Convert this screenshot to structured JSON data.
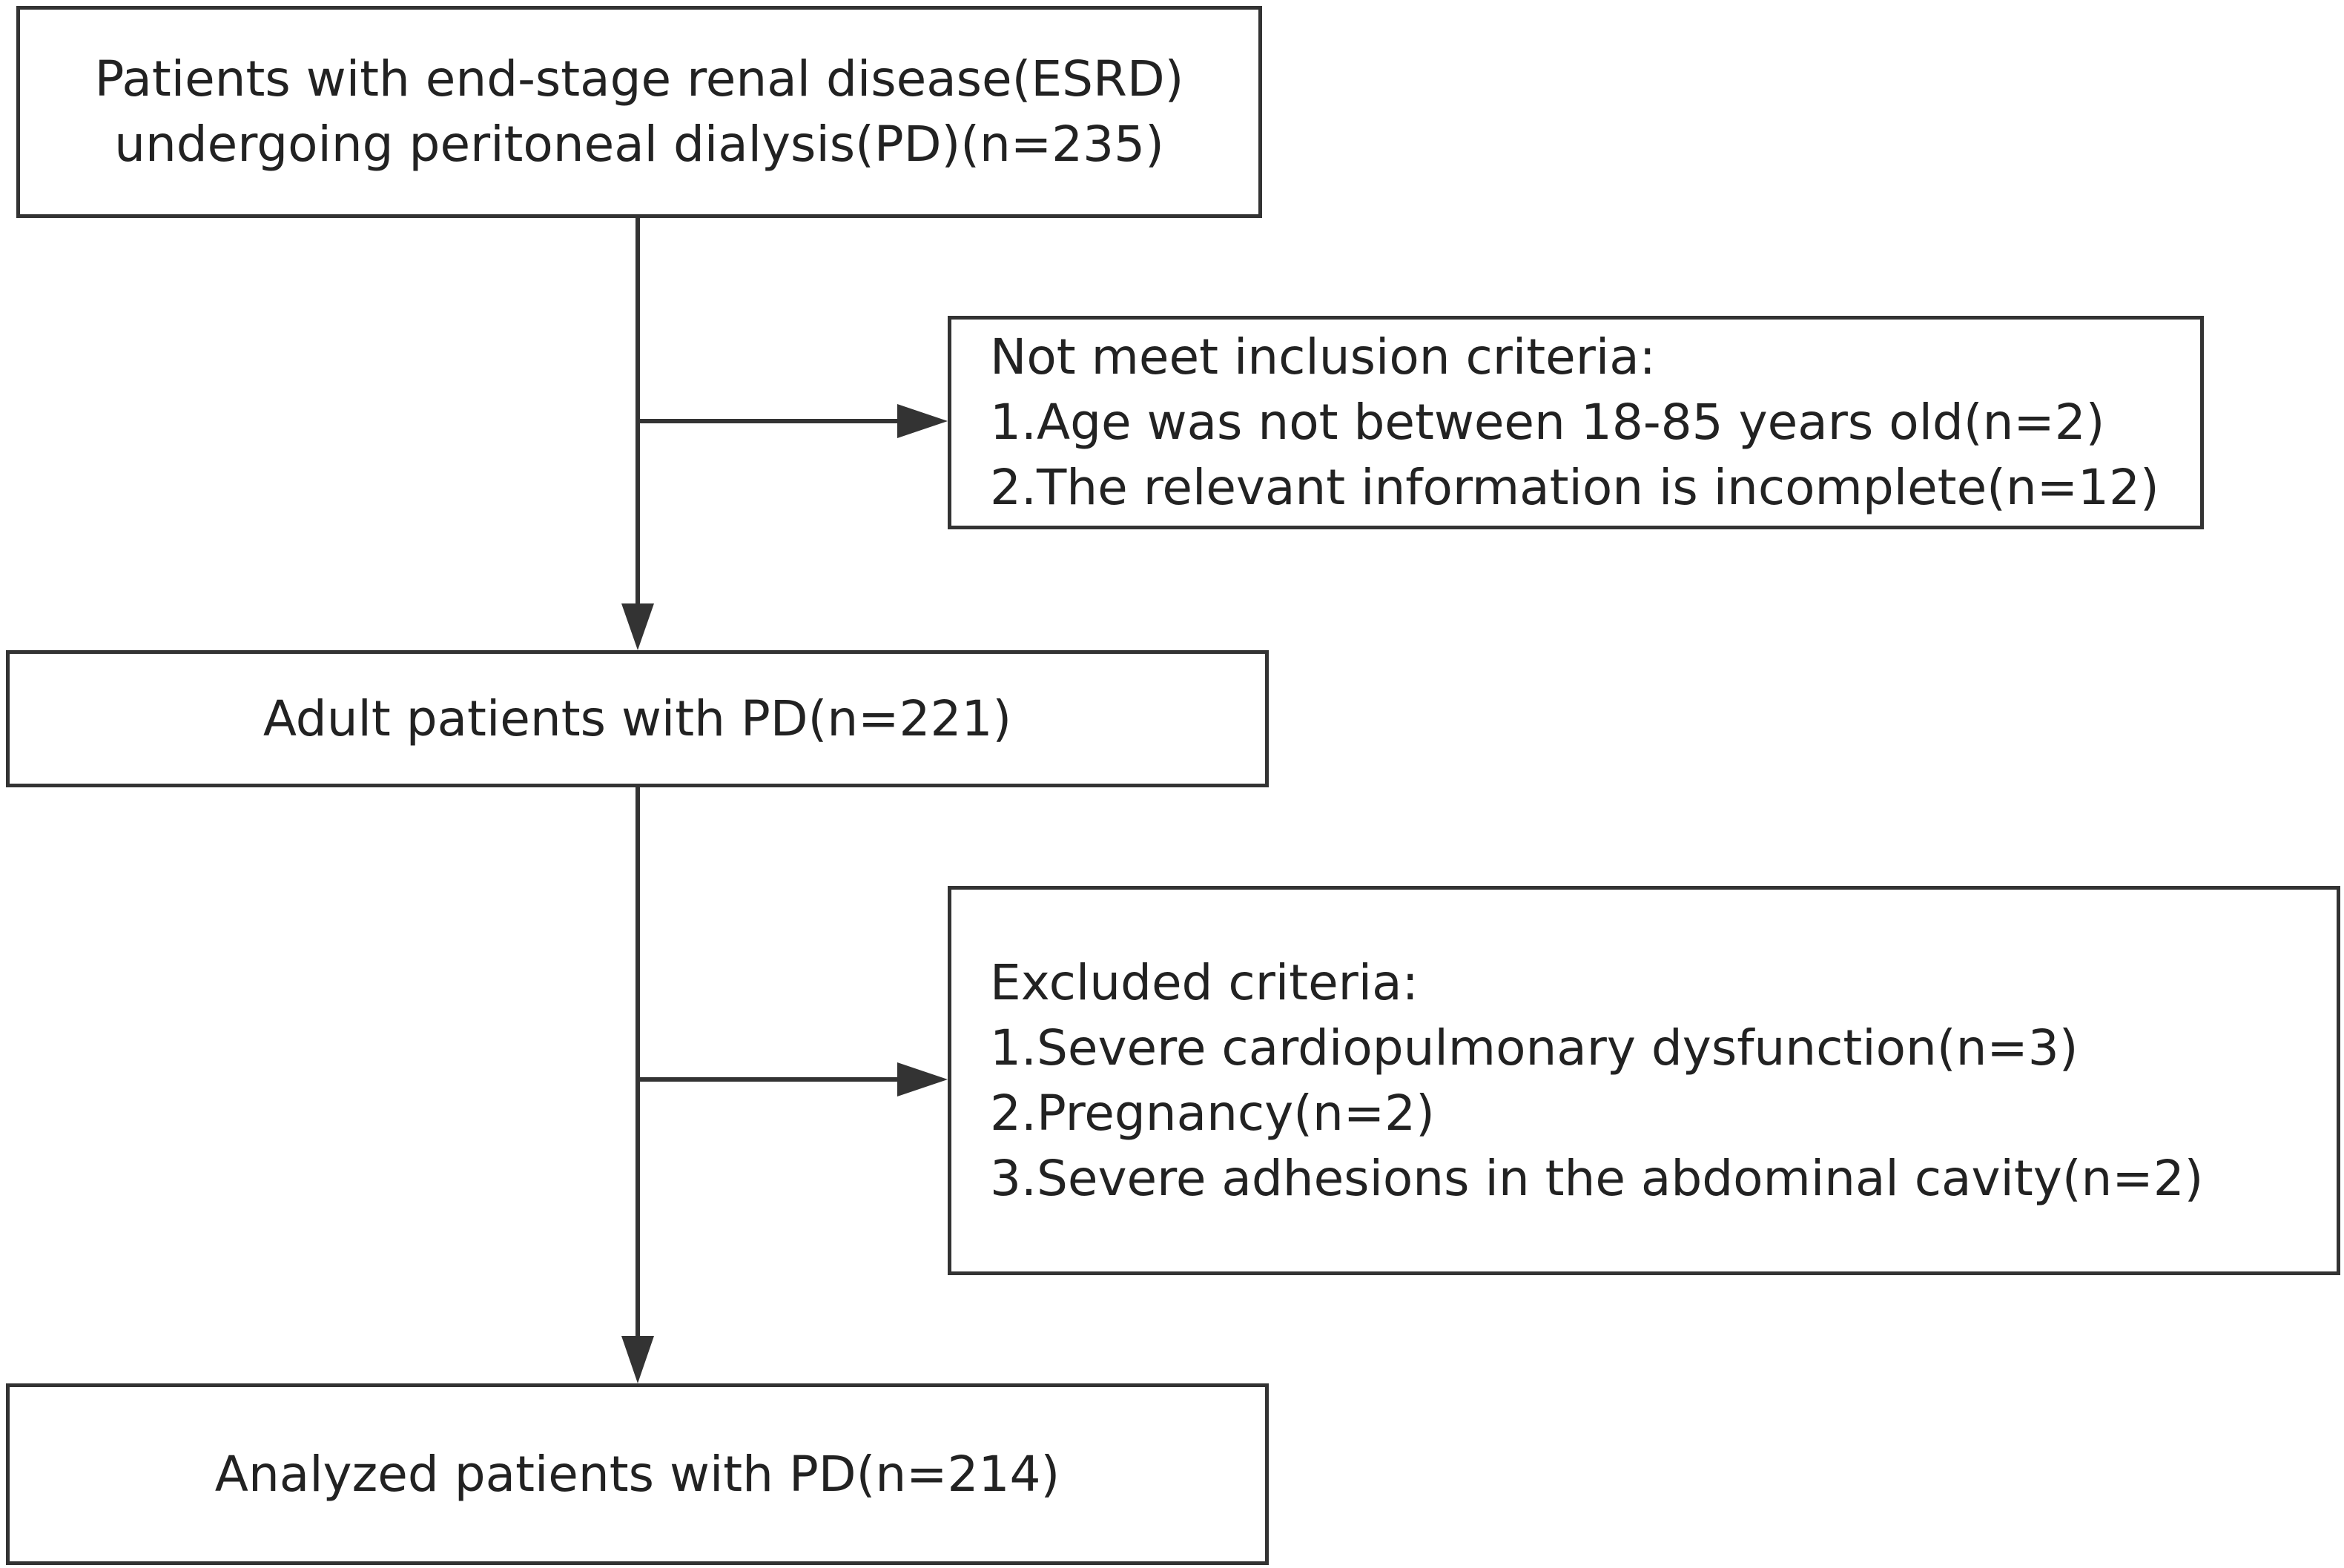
{
  "flowchart": {
    "start": {
      "lines": [
        "Patients with end-stage renal disease(ESRD)",
        "undergoing peritoneal dialysis(PD)(n=235)"
      ]
    },
    "exclusion_1": {
      "lines": [
        "Not meet inclusion criteria:",
        "1.Age was not between 18-85 years old(n=2)",
        "2.The relevant information is incomplete(n=12)"
      ]
    },
    "adult": {
      "label": "Adult patients with PD(n=221)"
    },
    "exclusion_2": {
      "lines": [
        "Excluded criteria:",
        "1.Severe cardiopulmonary dysfunction(n=3)",
        "2.Pregnancy(n=2)",
        "3.Severe adhesions in the abdominal cavity(n=2)"
      ]
    },
    "final": {
      "label": "Analyzed patients with PD(n=214)"
    },
    "colors": {
      "stroke": "#333333",
      "text": "#222222",
      "background": "#ffffff"
    }
  }
}
